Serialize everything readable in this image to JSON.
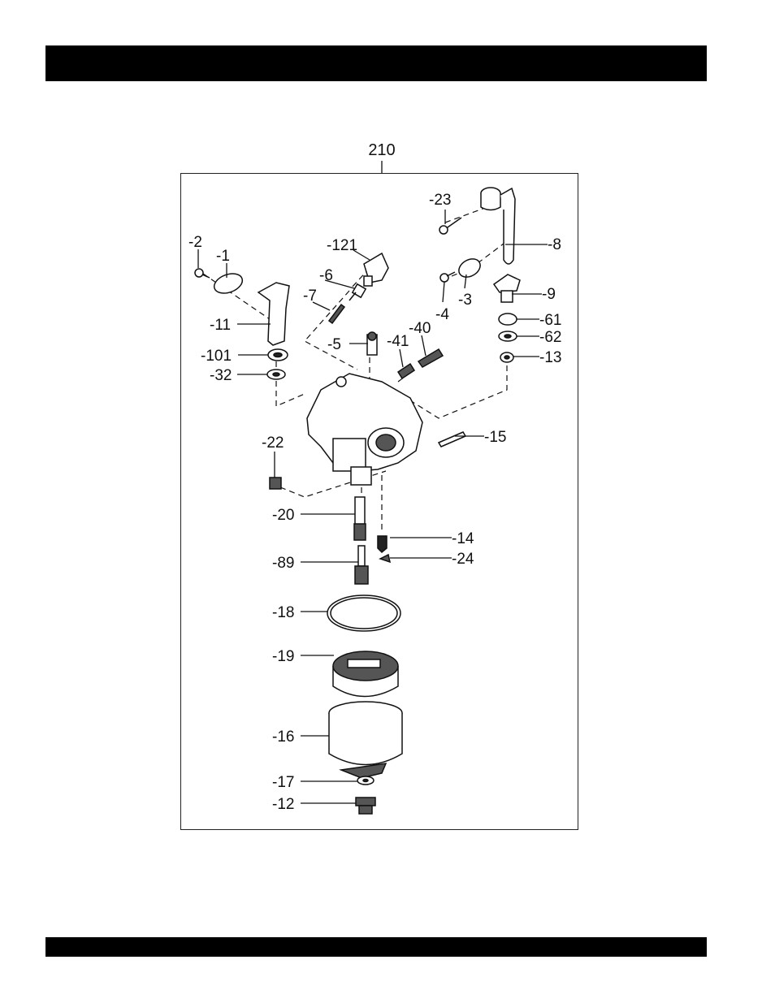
{
  "assembly_number": "210",
  "callouts": {
    "c23": "-23",
    "c8": "-8",
    "c2": "-2",
    "c1": "-1",
    "c121": "-121",
    "c6": "-6",
    "c7": "-7",
    "c3": "-3",
    "c4": "-4",
    "c9": "-9",
    "c61": "-61",
    "c62": "-62",
    "c13": "-13",
    "c11": "-11",
    "c5": "-5",
    "c41": "-41",
    "c40": "-40",
    "c101": "-101",
    "c32": "-32",
    "c15": "-15",
    "c22": "-22",
    "c20": "-20",
    "c14": "-14",
    "c89": "-89",
    "c24": "-24",
    "c18": "-18",
    "c19": "-19",
    "c16": "-16",
    "c17": "-17",
    "c12": "-12"
  }
}
